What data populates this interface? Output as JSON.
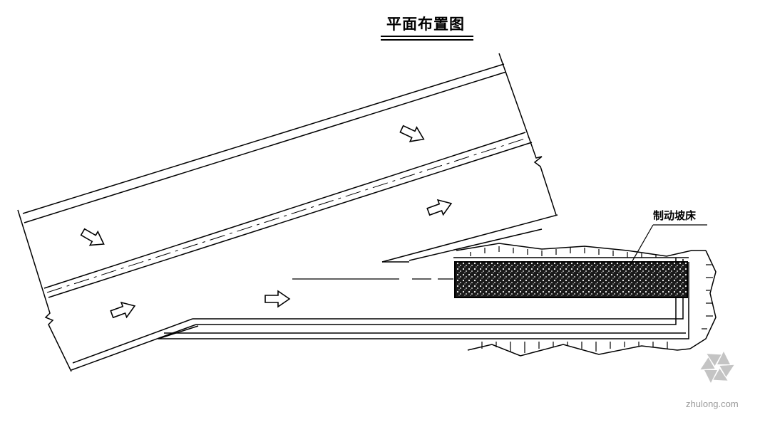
{
  "diagram": {
    "title": "平面布置图",
    "label_arrester_bed": "制动坡床"
  },
  "watermark": {
    "text": "zhulong.com"
  },
  "colors": {
    "line": "#000000",
    "watermark": "#b8b8b8",
    "bed_fill": "#1a1a1a"
  },
  "icons": {
    "direction_arrow": "hollow-arrow-icon",
    "logo": "flower-logo-icon"
  }
}
